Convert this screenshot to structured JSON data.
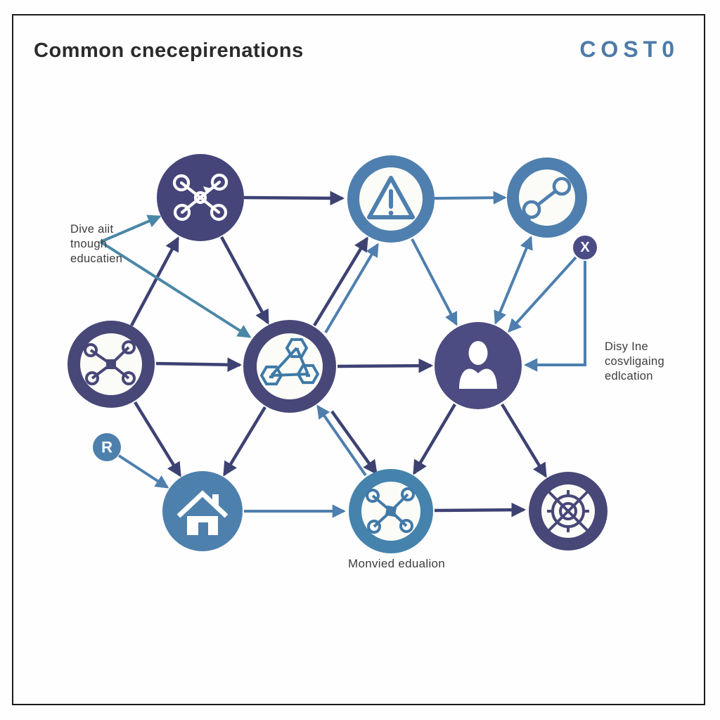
{
  "title": "Common cnecepirenations",
  "brand": "COST0",
  "annotations": {
    "left": {
      "line1": "Dive aiit",
      "line2": "tnough",
      "line3": "educatien"
    },
    "right": {
      "line1": "Disy Ine",
      "line2": "cosvligaing",
      "line3": "edlcation"
    },
    "bottom": "Monvied edualion"
  },
  "badges": {
    "x": "X",
    "r": "R"
  },
  "nodes": [
    {
      "id": "drone",
      "icon": "drone-icon",
      "style": "solid-purple"
    },
    {
      "id": "warning",
      "icon": "warning-triangle-icon",
      "style": "ring-blue"
    },
    {
      "id": "key",
      "icon": "key-link-icon",
      "style": "ring-blue"
    },
    {
      "id": "network-left",
      "icon": "network-hub-icon",
      "style": "ring-purple"
    },
    {
      "id": "molecule",
      "icon": "molecule-icon",
      "style": "ring-purple"
    },
    {
      "id": "person",
      "icon": "person-icon",
      "style": "solid-purple"
    },
    {
      "id": "house",
      "icon": "house-icon",
      "style": "solid-blue"
    },
    {
      "id": "network-bottom",
      "icon": "network-hub-icon",
      "style": "ring-blue"
    },
    {
      "id": "target",
      "icon": "target-crosshair-icon",
      "style": "ring-purple"
    }
  ],
  "colors": {
    "node_purple": "#474778",
    "node_blue": "#4e80ad",
    "line_dark": "#3d4273",
    "line_blue": "#4e7fae",
    "line_teal": "#4a87a6",
    "brand_blue": "#4d7ba8",
    "title_text": "#2b2b2b"
  }
}
